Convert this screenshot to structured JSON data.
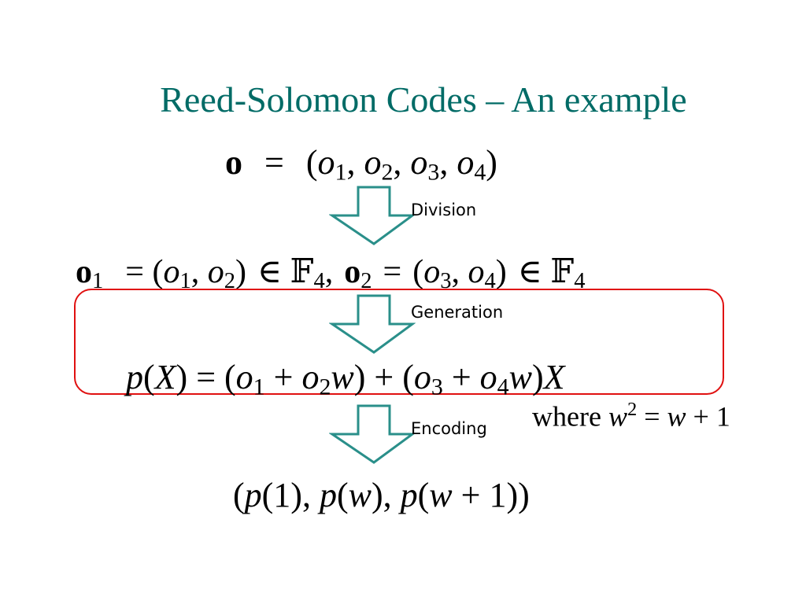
{
  "slide": {
    "title": "Reed-Solomon Codes – An example"
  },
  "equations": {
    "message_vector": "o = (o1, o2, o3, o4)",
    "split": "o1 = (o1, o2) ∈ F4, o2 = (o3, o4) ∈ F4",
    "polynomial": "p(X) = (o1 + o2w) + (o3 + o4w)X",
    "field_relation": "where w2 = w + 1",
    "codeword": "(p(1), p(w), p(w + 1))"
  },
  "steps": [
    {
      "label": "Division"
    },
    {
      "label": "Generation"
    },
    {
      "label": "Encoding"
    }
  ],
  "colors": {
    "title": "#006b66",
    "arrow": "#2a8f8a",
    "highlight_box": "#e01010"
  },
  "icons": {
    "step_arrow": "down-arrow-outline-icon"
  }
}
